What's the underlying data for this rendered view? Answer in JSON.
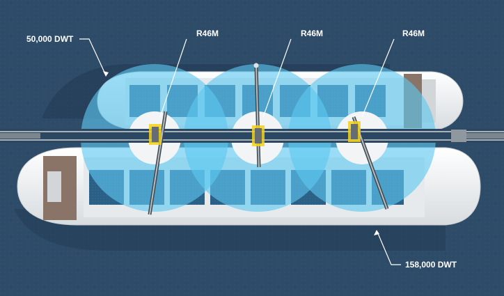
{
  "labels": {
    "small_vessel": "50,000 DWT",
    "large_vessel": "158,000 DWT",
    "crane_left": "R46M",
    "crane_center": "R46M",
    "crane_right": "R46M"
  },
  "colors": {
    "water": "#2d4a66",
    "hull": "#f2f4f5",
    "hold": "#2a5f86",
    "reach_zone": "#5ec8f0",
    "rail": "#a9b2b8",
    "accent": "#f2d21b"
  }
}
